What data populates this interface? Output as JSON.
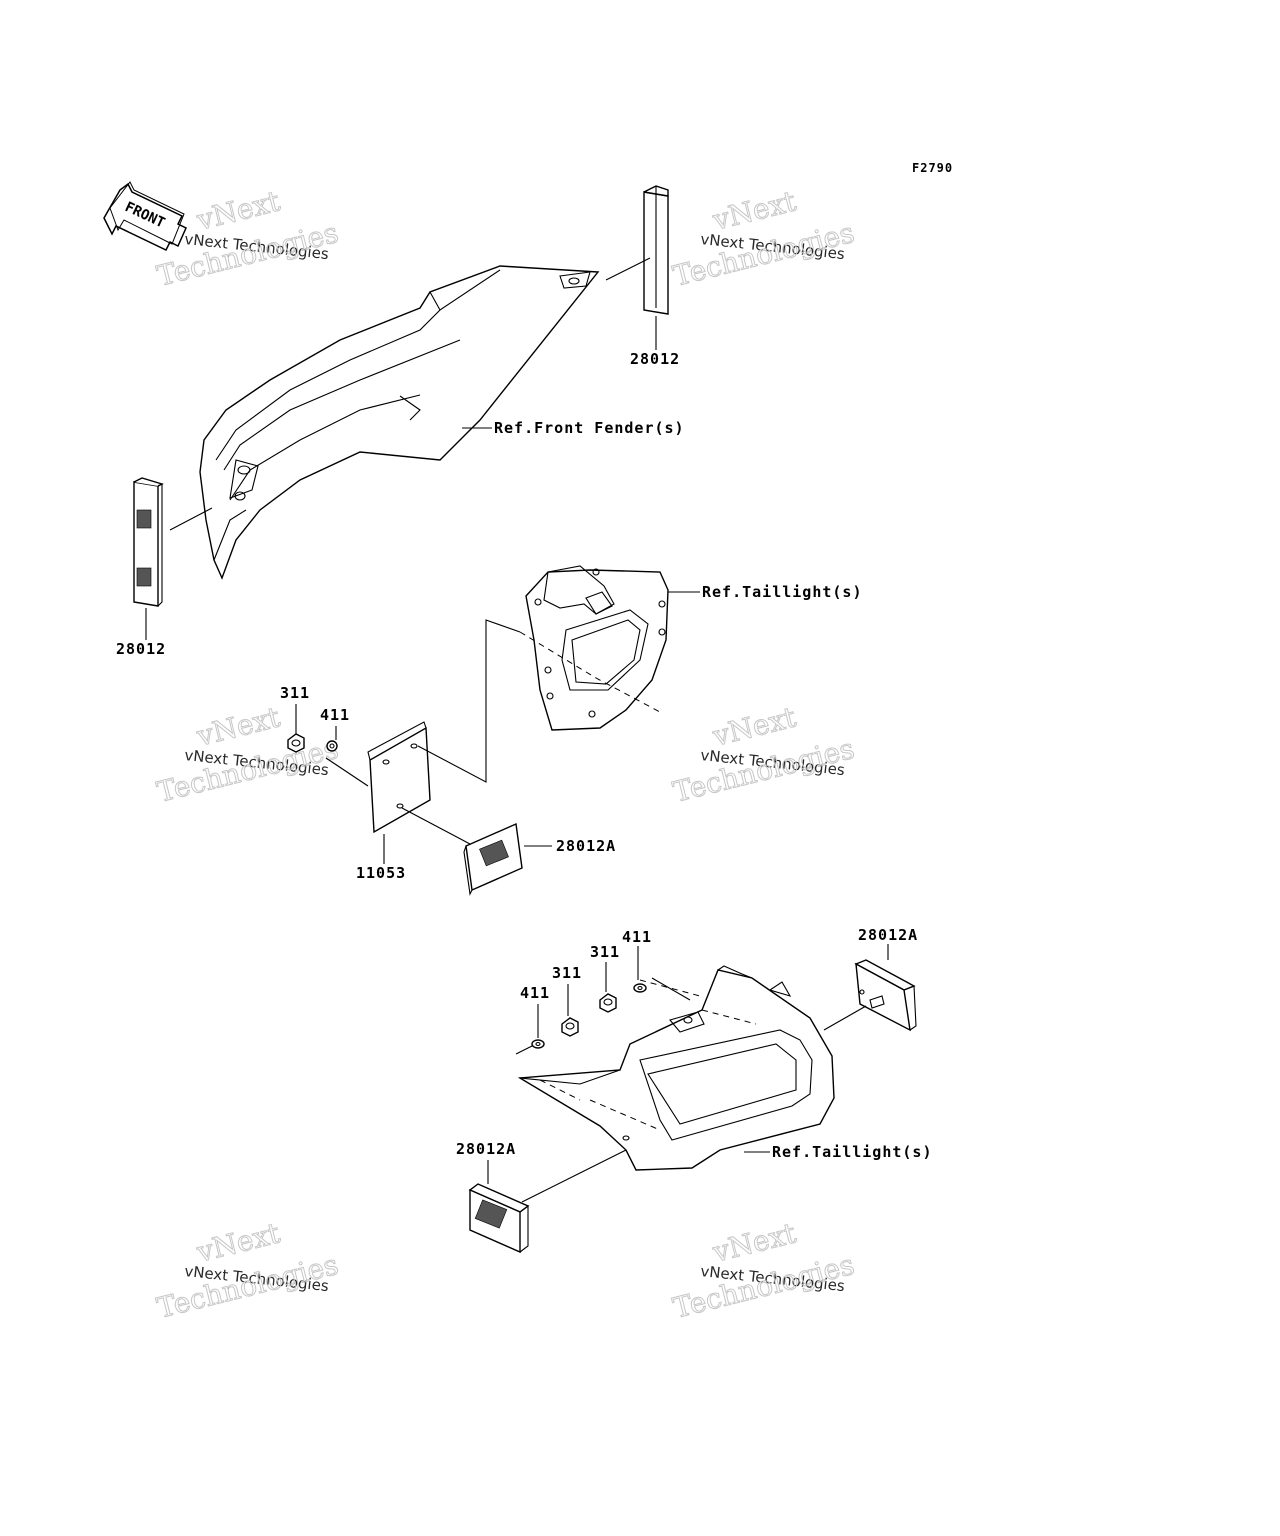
{
  "diagram": {
    "figure_code": "F2790",
    "front_arrow_label": "FRONT",
    "watermark": {
      "line1": "vNext Technologies",
      "line2": "Technologies",
      "line3": "vNext"
    },
    "parts": {
      "reflector_fender_right": "28012",
      "reflector_fender_left": "28012",
      "nut_upper": "311",
      "washer_upper": "411",
      "bracket_plate": "11053",
      "reflector_plate": "28012A",
      "washer_lower_a": "411",
      "nut_lower_a": "311",
      "nut_lower_b": "311",
      "washer_lower_b": "411",
      "reflector_tail_right": "28012A",
      "reflector_tail_left": "28012A"
    },
    "refs": {
      "front_fender": "Ref.Front Fender(s)",
      "taillight_upper": "Ref.Taillight(s)",
      "taillight_lower": "Ref.Taillight(s)"
    }
  }
}
